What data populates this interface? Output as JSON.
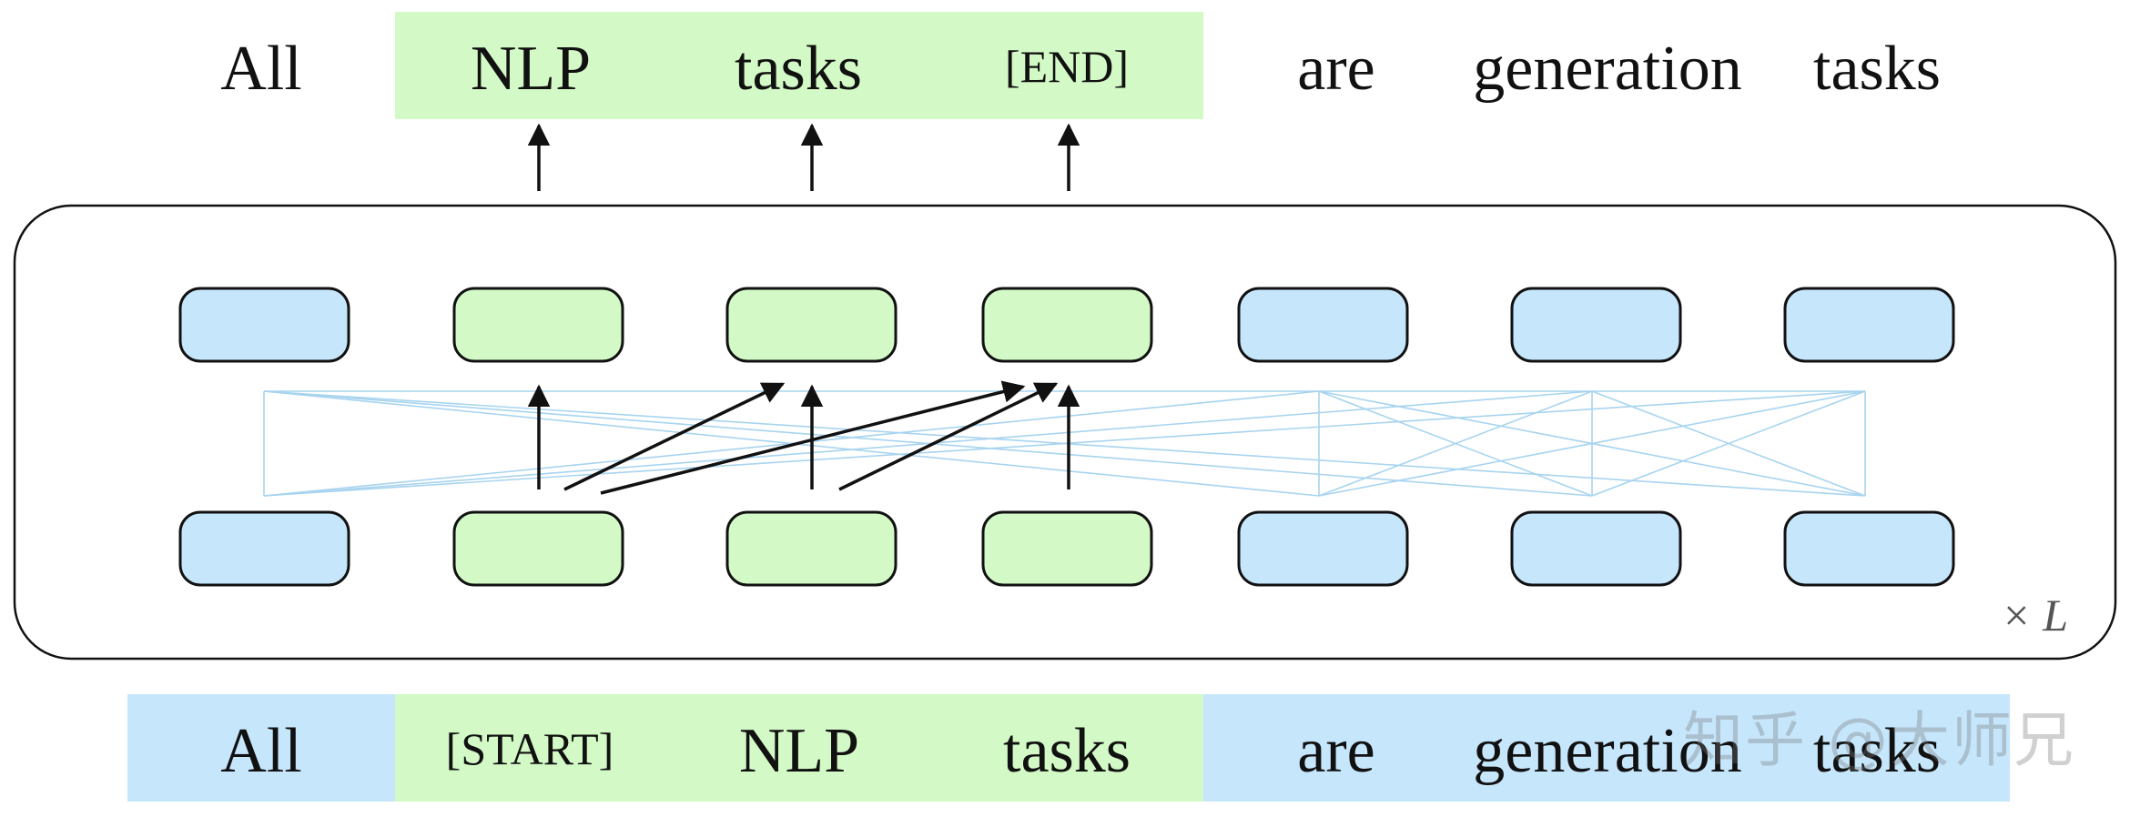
{
  "output_tokens": [
    "All",
    "NLP",
    "tasks",
    "[END]",
    "are",
    "generation",
    "tasks"
  ],
  "input_tokens": [
    "All",
    "[START]",
    "NLP",
    "tasks",
    "are",
    "generation",
    "tasks"
  ],
  "output_roles": [
    "blue",
    "green",
    "green",
    "green",
    "blue",
    "blue",
    "blue"
  ],
  "input_roles": [
    "blue",
    "green",
    "green",
    "green",
    "blue",
    "blue",
    "blue"
  ],
  "layer_multiplier": "× L",
  "watermark": "知乎 @大师兄",
  "colors": {
    "green_fill": "#d3fac6",
    "blue_fill": "#c6e6fc",
    "stroke": "#111111",
    "attention_line": "#a8d4ef"
  }
}
